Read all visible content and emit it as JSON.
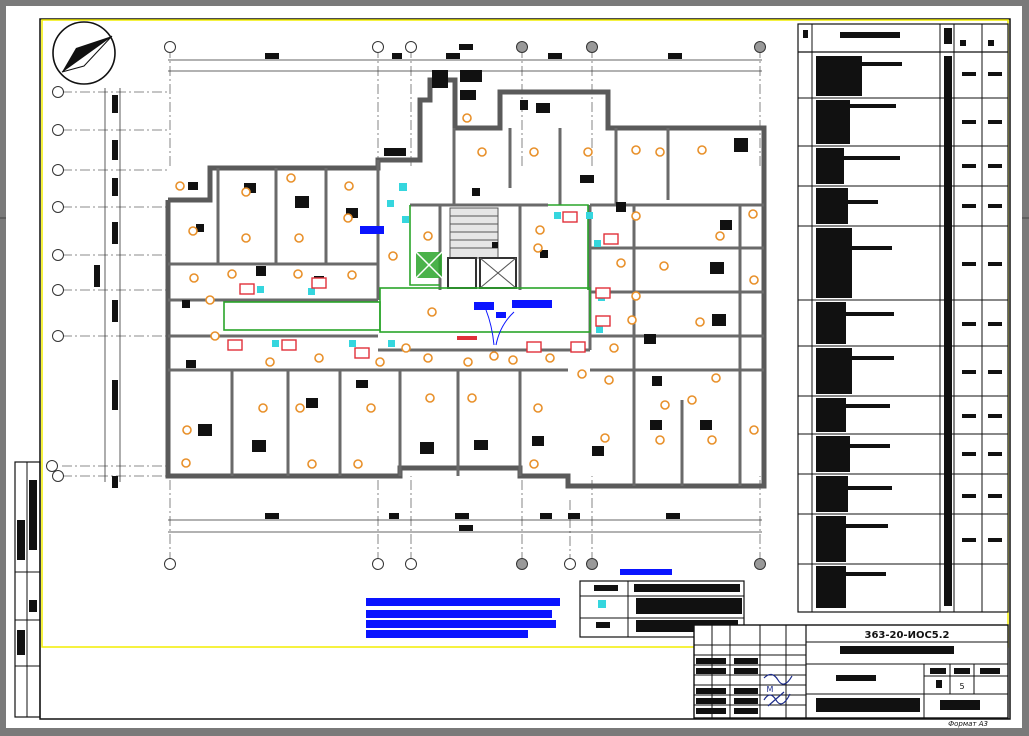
{
  "sheet": {
    "drawing_code": "363-20-ИОС5.2",
    "sheet_number": "5",
    "format_label": "Формат A3"
  },
  "title_block": {
    "schematic_note": "M"
  },
  "colors": {
    "frame_yellow": "#f2ee00",
    "wall": "#666666",
    "room_marker": "#e8902a",
    "device_cyan": "#35d6de",
    "zone_green": "#2aa52a",
    "highlight_blue": "#0a14ff",
    "alarm_red": "#e0303a"
  },
  "plan": {
    "north_arrow_icon": "north-arrow-icon"
  }
}
